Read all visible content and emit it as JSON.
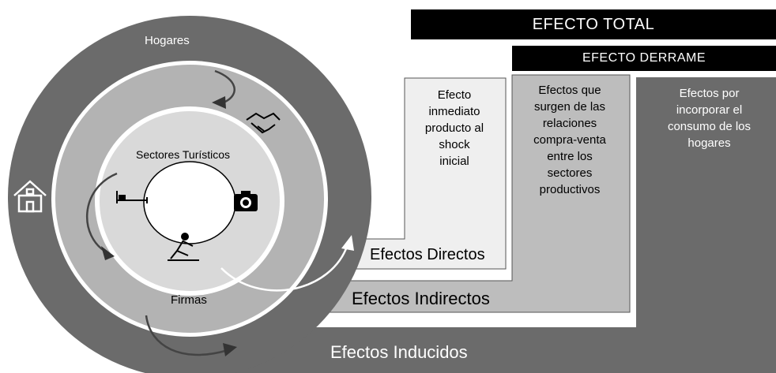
{
  "headers": {
    "total": "EFECTO TOTAL",
    "derrame": "EFECTO DERRAME"
  },
  "columns": {
    "directo": [
      "Efecto",
      "inmediato",
      "producto al",
      "shock",
      "inicial"
    ],
    "indirecto": [
      "Efectos que",
      "surgen de las",
      "relaciones",
      "compra-venta",
      "entre los",
      "sectores",
      "productivos"
    ],
    "inducido": [
      "Efectos por",
      "incorporar el",
      "consumo de los",
      "hogares"
    ]
  },
  "bands": {
    "directos": "Efectos Directos",
    "indirectos": "Efectos Indirectos",
    "inducidos": "Efectos Inducidos"
  },
  "circle_labels": {
    "hogares": "Hogares",
    "sectores": "Sectores Turísticos",
    "firmas": "Firmas"
  },
  "icons": [
    "house-icon",
    "handshake-icon",
    "bed-icon",
    "camera-icon",
    "skier-icon"
  ],
  "colors": {
    "black": "#000000",
    "outer_ring": "#6b6b6b",
    "middle_ring": "#b3b3b3",
    "inner_ring": "#d9d9d9",
    "box_light": "#efefef",
    "box_mid": "#bdbdbd",
    "box_dark": "#6b6b6b"
  }
}
